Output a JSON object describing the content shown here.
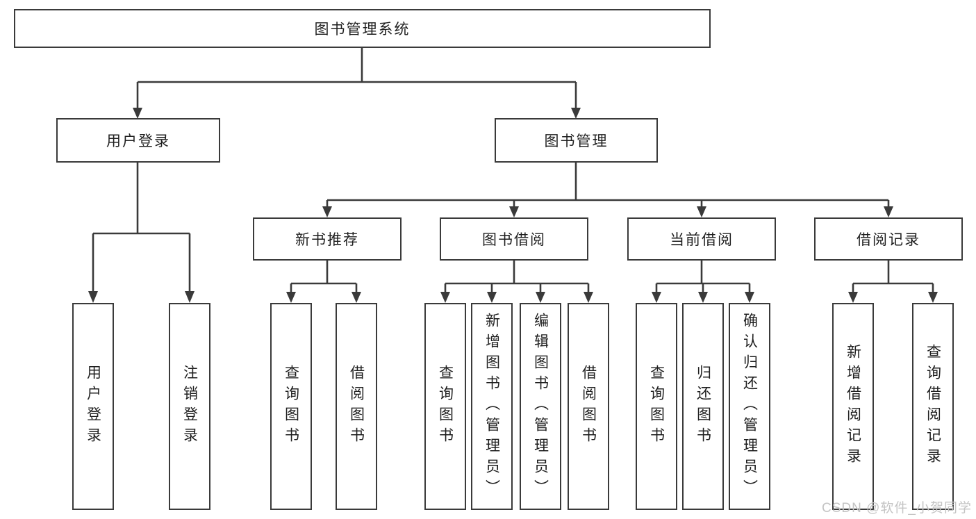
{
  "tree": {
    "root": {
      "label": "图书管理系统"
    },
    "children": [
      {
        "label": "用户登录",
        "children": [
          {
            "label": "用户登录"
          },
          {
            "label": "注销登录"
          }
        ]
      },
      {
        "label": "图书管理",
        "children": [
          {
            "label": "新书推荐",
            "children": [
              {
                "label": "查询图书"
              },
              {
                "label": "借阅图书"
              }
            ]
          },
          {
            "label": "图书借阅",
            "children": [
              {
                "label": "查询图书"
              },
              {
                "label": "新增图书（管理员）"
              },
              {
                "label": "编辑图书（管理员）"
              },
              {
                "label": "借阅图书"
              }
            ]
          },
          {
            "label": "当前借阅",
            "children": [
              {
                "label": "查询图书"
              },
              {
                "label": "归还图书"
              },
              {
                "label": "确认归还（管理员）"
              }
            ]
          },
          {
            "label": "借阅记录",
            "children": [
              {
                "label": "新增借阅记录"
              },
              {
                "label": "查询借阅记录"
              }
            ]
          }
        ]
      }
    ]
  },
  "watermark": {
    "text": "CSDN @软件_小贺同学"
  },
  "colors": {
    "line": "#3a3a3a",
    "text": "#1f1f1f",
    "watermark": "#c4c4c4",
    "background": "#ffffff"
  }
}
